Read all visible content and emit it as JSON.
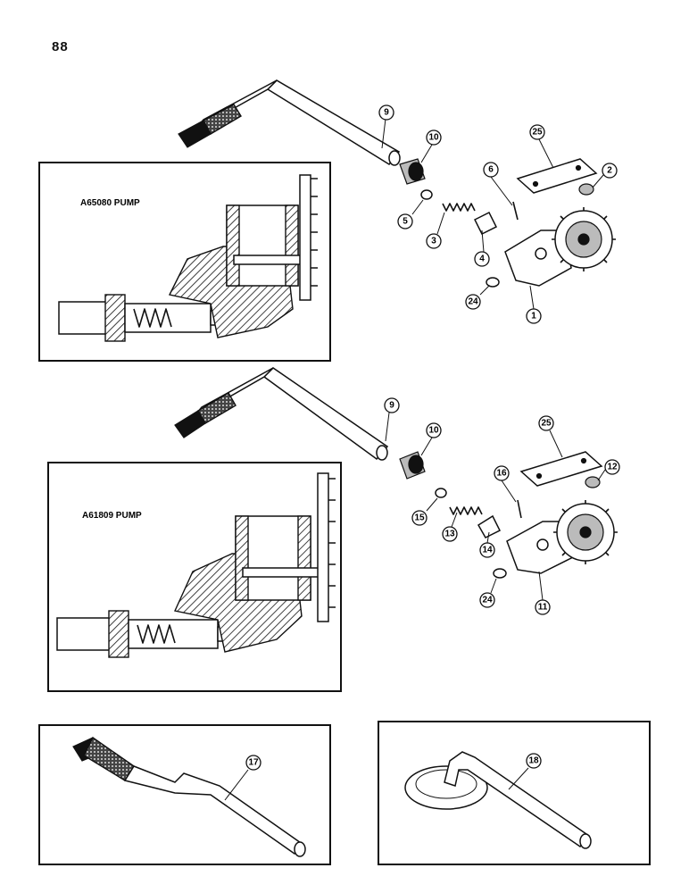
{
  "page_number": "88",
  "panels": {
    "top_left_label": "A65080 PUMP",
    "middle_left_label": "A61809 PUMP"
  },
  "callouts": {
    "top": [
      "9",
      "10",
      "25",
      "6",
      "2",
      "5",
      "3",
      "4",
      "24",
      "1"
    ],
    "middle": [
      "9",
      "10",
      "25",
      "16",
      "12",
      "15",
      "13",
      "14",
      "24",
      "11"
    ],
    "bottom_left": [
      "17"
    ],
    "bottom_right": [
      "18"
    ]
  }
}
